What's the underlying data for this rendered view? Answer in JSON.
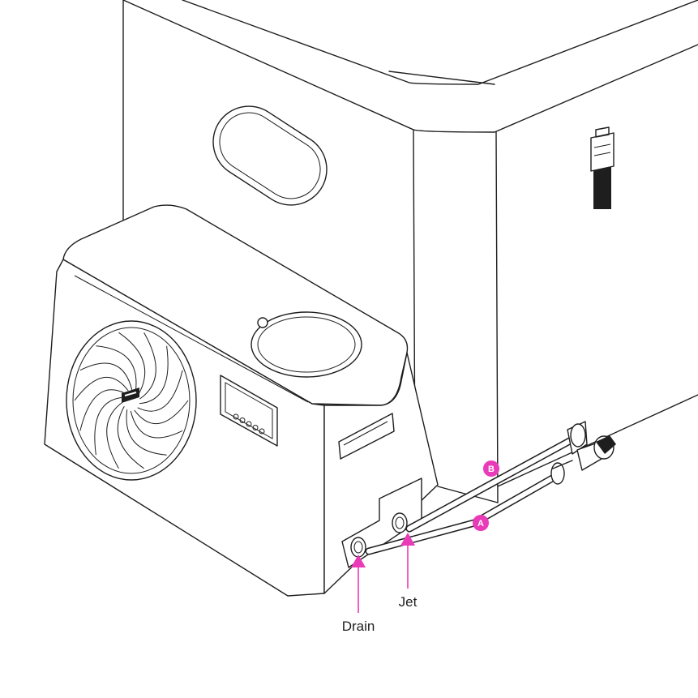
{
  "colors": {
    "accent": "#e93ab8",
    "line": "#1e1e1e",
    "background": "#ffffff"
  },
  "labels": {
    "drain": "Drain",
    "jet": "Jet",
    "hose_a": "A",
    "hose_b": "B"
  },
  "control_panel": {
    "indicator_count": 5
  },
  "icons": [
    "fan-icon",
    "strap-buckle-icon",
    "valve-icon",
    "arrow-up-icon"
  ]
}
